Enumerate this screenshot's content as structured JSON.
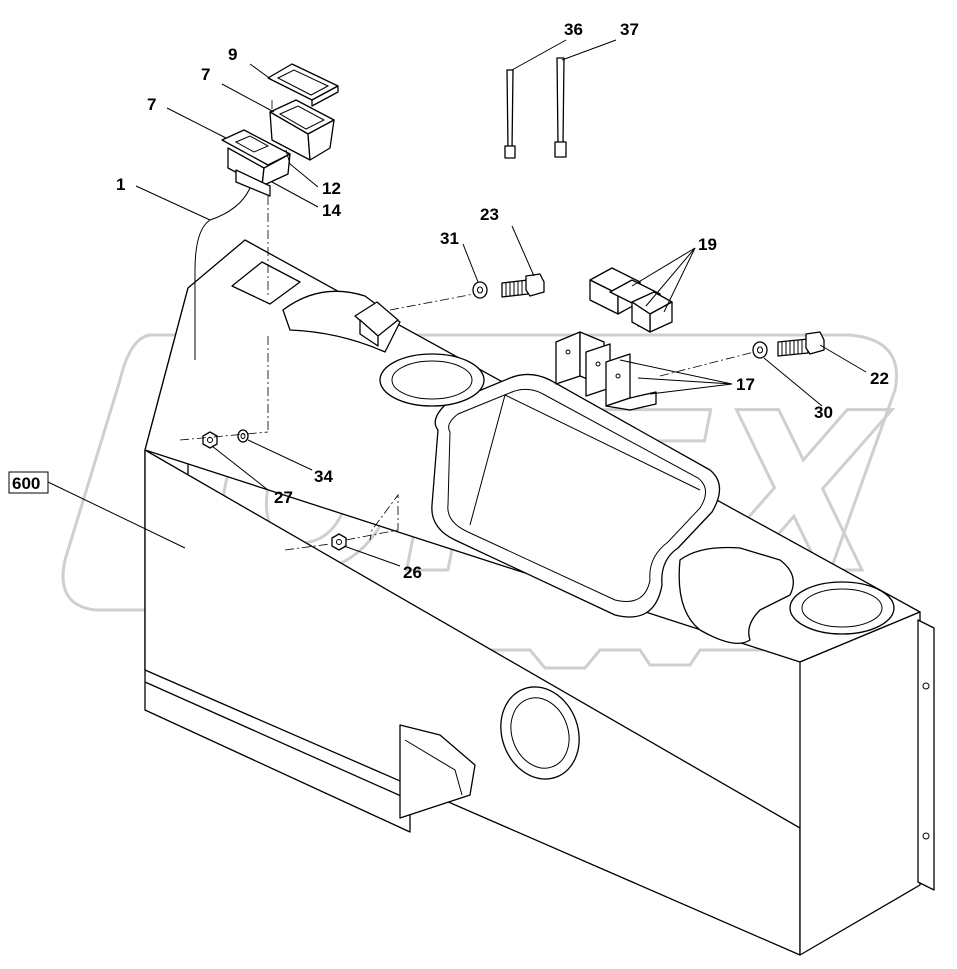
{
  "diagram": {
    "watermark_text": "OPEX",
    "group_label": "600",
    "callouts": {
      "c1": "1",
      "c7a": "7",
      "c7b": "7",
      "c9": "9",
      "c12": "12",
      "c14": "14",
      "c17": "17",
      "c19": "19",
      "c22": "22",
      "c23": "23",
      "c26": "26",
      "c27": "27",
      "c30": "30",
      "c31": "31",
      "c34": "34",
      "c36": "36",
      "c37": "37"
    }
  }
}
